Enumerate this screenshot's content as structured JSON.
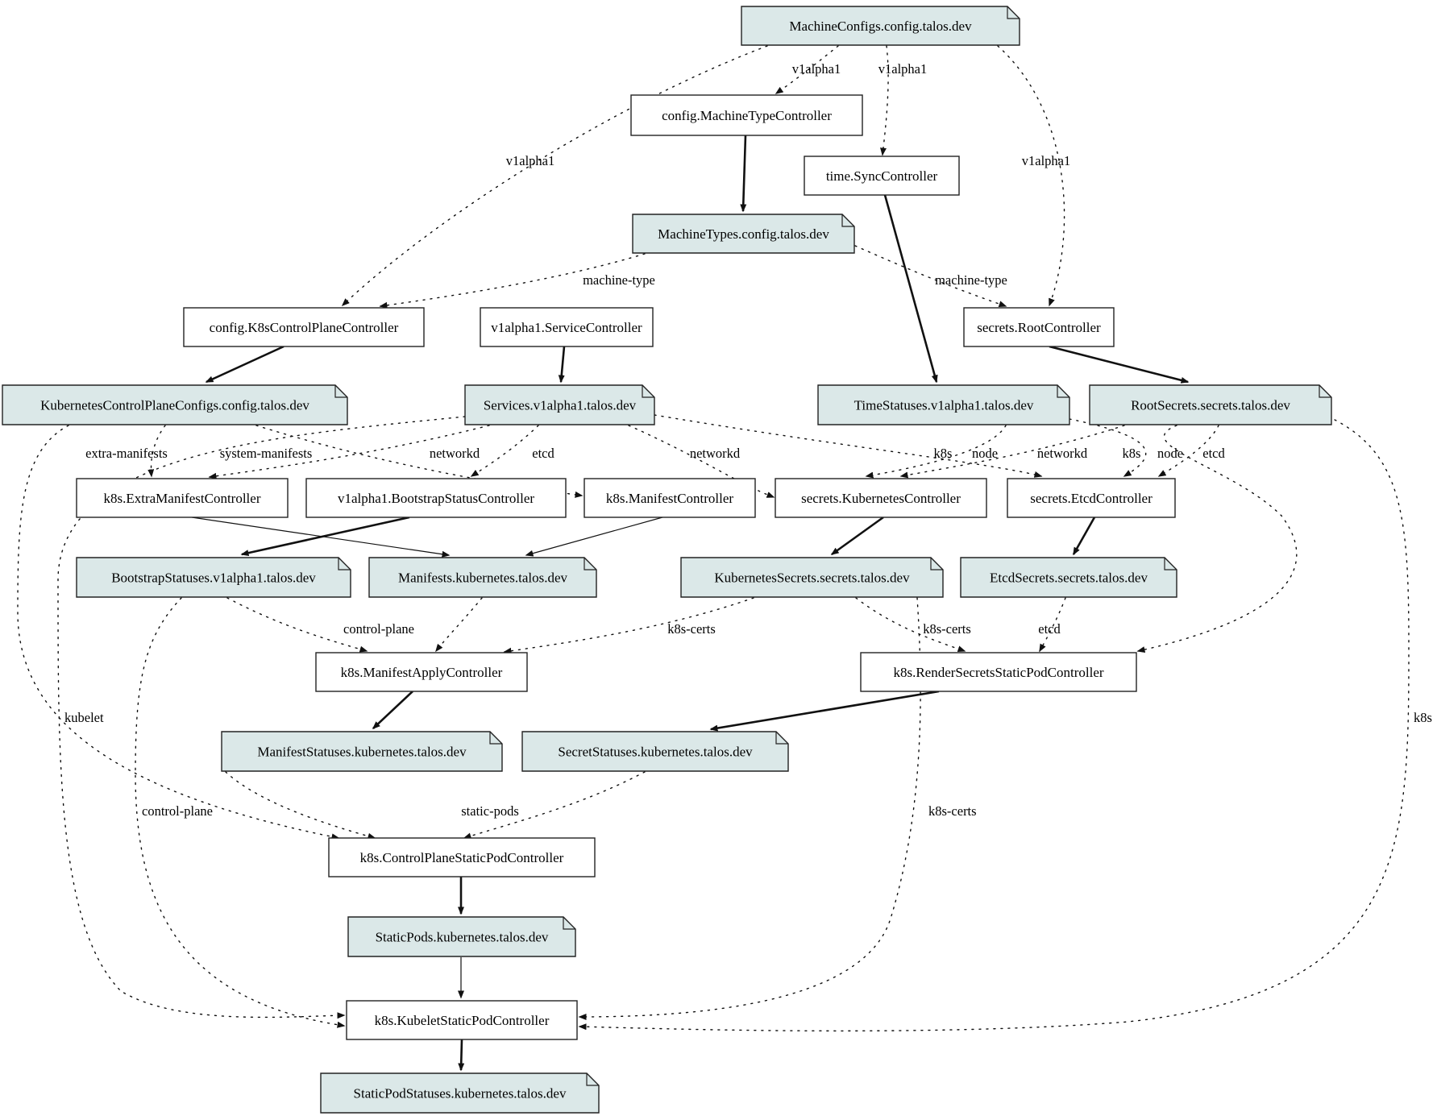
{
  "diagram": {
    "kind": "controller-resource-dependency-graph",
    "background": "#ffffff",
    "resource_fill": "#dbe8e8",
    "controller_fill": "#ffffff",
    "node_border": "#222222",
    "edge_color": "#111111",
    "text_color": "#000000"
  },
  "nodes": [
    {
      "id": "machineconfigs",
      "label": "MachineConfigs.config.talos.dev",
      "shape": "note"
    },
    {
      "id": "machinetypecontroller",
      "label": "config.MachineTypeController",
      "shape": "rect"
    },
    {
      "id": "synccontroller",
      "label": "time.SyncController",
      "shape": "rect"
    },
    {
      "id": "machinetypes",
      "label": "MachineTypes.config.talos.dev",
      "shape": "note"
    },
    {
      "id": "k8scontrolplanecontroller",
      "label": "config.K8sControlPlaneController",
      "shape": "rect"
    },
    {
      "id": "servicecontroller",
      "label": "v1alpha1.ServiceController",
      "shape": "rect"
    },
    {
      "id": "rootcontroller",
      "label": "secrets.RootController",
      "shape": "rect"
    },
    {
      "id": "kubernetescontrolplaneconfigs",
      "label": "KubernetesControlPlaneConfigs.config.talos.dev",
      "shape": "note"
    },
    {
      "id": "services",
      "label": "Services.v1alpha1.talos.dev",
      "shape": "note"
    },
    {
      "id": "timestatuses",
      "label": "TimeStatuses.v1alpha1.talos.dev",
      "shape": "note"
    },
    {
      "id": "rootsecrets",
      "label": "RootSecrets.secrets.talos.dev",
      "shape": "note"
    },
    {
      "id": "extramanifestcontroller",
      "label": "k8s.ExtraManifestController",
      "shape": "rect"
    },
    {
      "id": "bootstrapstatuscontroller",
      "label": "v1alpha1.BootstrapStatusController",
      "shape": "rect"
    },
    {
      "id": "manifestcontroller",
      "label": "k8s.ManifestController",
      "shape": "rect"
    },
    {
      "id": "kubernetescontroller",
      "label": "secrets.KubernetesController",
      "shape": "rect"
    },
    {
      "id": "etcdcontroller",
      "label": "secrets.EtcdController",
      "shape": "rect"
    },
    {
      "id": "bootstrapstatuses",
      "label": "BootstrapStatuses.v1alpha1.talos.dev",
      "shape": "note"
    },
    {
      "id": "manifests",
      "label": "Manifests.kubernetes.talos.dev",
      "shape": "note"
    },
    {
      "id": "kubernetessecrets",
      "label": "KubernetesSecrets.secrets.talos.dev",
      "shape": "note"
    },
    {
      "id": "etcdsecrets",
      "label": "EtcdSecrets.secrets.talos.dev",
      "shape": "note"
    },
    {
      "id": "manifestapplycontroller",
      "label": "k8s.ManifestApplyController",
      "shape": "rect"
    },
    {
      "id": "rendersecretsstaticpodcontroller",
      "label": "k8s.RenderSecretsStaticPodController",
      "shape": "rect"
    },
    {
      "id": "manifeststatuses",
      "label": "ManifestStatuses.kubernetes.talos.dev",
      "shape": "note"
    },
    {
      "id": "secretstatuses",
      "label": "SecretStatuses.kubernetes.talos.dev",
      "shape": "note"
    },
    {
      "id": "controlplanestaticpodcontroller",
      "label": "k8s.ControlPlaneStaticPodController",
      "shape": "rect"
    },
    {
      "id": "staticpods",
      "label": "StaticPods.kubernetes.talos.dev",
      "shape": "note"
    },
    {
      "id": "kubeletstaticpodcontroller",
      "label": "k8s.KubeletStaticPodController",
      "shape": "rect"
    },
    {
      "id": "staticpodstatuses",
      "label": "StaticPodStatuses.kubernetes.talos.dev",
      "shape": "note"
    }
  ],
  "edges": [
    {
      "id": "e1",
      "from": "machineconfigs",
      "to": "machinetypecontroller",
      "label": "v1alpha1",
      "style": "dotted"
    },
    {
      "id": "e2",
      "from": "machineconfigs",
      "to": "synccontroller",
      "label": "v1alpha1",
      "style": "dotted"
    },
    {
      "id": "e3",
      "from": "machineconfigs",
      "to": "k8scontrolplanecontroller",
      "label": "v1alpha1",
      "style": "dotted"
    },
    {
      "id": "e4",
      "from": "machineconfigs",
      "to": "rootcontroller",
      "label": "v1alpha1",
      "style": "dotted"
    },
    {
      "id": "e5",
      "from": "machinetypes",
      "to": "k8scontrolplanecontroller",
      "label": "machine-type",
      "style": "dotted"
    },
    {
      "id": "e6",
      "from": "machinetypes",
      "to": "rootcontroller",
      "label": "machine-type",
      "style": "dotted"
    },
    {
      "id": "e7",
      "from": "kubernetescontrolplaneconfigs",
      "to": "extramanifestcontroller",
      "label": "extra-manifests",
      "style": "dotted"
    },
    {
      "id": "e8",
      "from": "kubernetescontrolplaneconfigs",
      "to": "manifestcontroller",
      "label": "system-manifests",
      "style": "dotted"
    },
    {
      "id": "e9",
      "from": "services",
      "to": "extramanifestcontroller",
      "label": "networkd",
      "style": "dotted"
    },
    {
      "id": "e10",
      "from": "services",
      "to": "bootstrapstatuscontroller",
      "label": "etcd",
      "style": "dotted"
    },
    {
      "id": "e11",
      "from": "services",
      "to": "kubernetescontroller",
      "label": "networkd",
      "style": "dotted"
    },
    {
      "id": "e12",
      "from": "rootsecrets",
      "to": "kubernetescontroller",
      "label": "k8s",
      "style": "dotted"
    },
    {
      "id": "e13",
      "from": "timestatuses",
      "to": "kubernetescontroller",
      "label": "node",
      "style": "dotted"
    },
    {
      "id": "e14",
      "from": "services",
      "to": "etcdcontroller",
      "label": "networkd",
      "style": "dotted"
    },
    {
      "id": "e15",
      "from": "timestatuses",
      "to": "etcdcontroller",
      "label": "node",
      "style": "dotted"
    },
    {
      "id": "e16",
      "from": "rootsecrets",
      "to": "etcdcontroller",
      "label": "etcd",
      "style": "dotted"
    },
    {
      "id": "e17",
      "from": "rootsecrets",
      "to": "rendersecretsstaticpodcontroller",
      "label": "k8s",
      "style": "dotted"
    },
    {
      "id": "e18",
      "from": "bootstrapstatuses",
      "to": "manifestapplycontroller",
      "label": "control-plane",
      "style": "dotted"
    },
    {
      "id": "e19",
      "from": "manifests",
      "to": "manifestapplycontroller",
      "label": "",
      "style": "dotted"
    },
    {
      "id": "e20",
      "from": "kubernetessecrets",
      "to": "manifestapplycontroller",
      "label": "k8s-certs",
      "style": "dotted"
    },
    {
      "id": "e21",
      "from": "kubernetessecrets",
      "to": "rendersecretsstaticpodcontroller",
      "label": "k8s-certs",
      "style": "dotted"
    },
    {
      "id": "e22",
      "from": "etcdsecrets",
      "to": "rendersecretsstaticpodcontroller",
      "label": "etcd",
      "style": "dotted"
    },
    {
      "id": "e23",
      "from": "kubernetescontrolplaneconfigs",
      "to": "controlplanestaticpodcontroller",
      "label": "",
      "style": "dotted"
    },
    {
      "id": "e24",
      "from": "services",
      "to": "kubeletstaticpodcontroller",
      "label": "kubelet",
      "style": "dotted"
    },
    {
      "id": "e25",
      "from": "bootstrapstatuses",
      "to": "kubeletstaticpodcontroller",
      "label": "control-plane",
      "style": "dotted"
    },
    {
      "id": "e26",
      "from": "manifeststatuses",
      "to": "controlplanestaticpodcontroller",
      "label": "",
      "style": "dotted"
    },
    {
      "id": "e27",
      "from": "secretstatuses",
      "to": "controlplanestaticpodcontroller",
      "label": "static-pods",
      "style": "dotted"
    },
    {
      "id": "e28",
      "from": "kubernetessecrets",
      "to": "kubeletstaticpodcontroller",
      "label": "k8s-certs",
      "style": "dotted"
    },
    {
      "id": "e29",
      "from": "rootsecrets",
      "to": "kubeletstaticpodcontroller",
      "label": "k8s",
      "style": "dotted"
    },
    {
      "id": "s1",
      "from": "machinetypecontroller",
      "to": "machinetypes",
      "label": "",
      "style": "bold"
    },
    {
      "id": "s2",
      "from": "synccontroller",
      "to": "timestatuses",
      "label": "",
      "style": "bold"
    },
    {
      "id": "s3",
      "from": "k8scontrolplanecontroller",
      "to": "kubernetescontrolplaneconfigs",
      "label": "",
      "style": "bold"
    },
    {
      "id": "s4",
      "from": "servicecontroller",
      "to": "services",
      "label": "",
      "style": "bold"
    },
    {
      "id": "s5",
      "from": "rootcontroller",
      "to": "rootsecrets",
      "label": "",
      "style": "bold"
    },
    {
      "id": "s6",
      "from": "bootstrapstatuscontroller",
      "to": "bootstrapstatuses",
      "label": "",
      "style": "bold"
    },
    {
      "id": "s7",
      "from": "kubernetescontroller",
      "to": "kubernetessecrets",
      "label": "",
      "style": "bold"
    },
    {
      "id": "s8",
      "from": "etcdcontroller",
      "to": "etcdsecrets",
      "label": "",
      "style": "bold"
    },
    {
      "id": "s9",
      "from": "manifestapplycontroller",
      "to": "manifeststatuses",
      "label": "",
      "style": "bold"
    },
    {
      "id": "s10",
      "from": "rendersecretsstaticpodcontroller",
      "to": "secretstatuses",
      "label": "",
      "style": "bold"
    },
    {
      "id": "s11",
      "from": "controlplanestaticpodcontroller",
      "to": "staticpods",
      "label": "",
      "style": "bold"
    },
    {
      "id": "s12",
      "from": "kubeletstaticpodcontroller",
      "to": "staticpodstatuses",
      "label": "",
      "style": "bold"
    },
    {
      "id": "s13",
      "from": "extramanifestcontroller",
      "to": "manifests",
      "label": "",
      "style": "solid"
    },
    {
      "id": "s14",
      "from": "manifestcontroller",
      "to": "manifests",
      "label": "",
      "style": "solid"
    },
    {
      "id": "s15",
      "from": "staticpods",
      "to": "kubeletstaticpodcontroller",
      "label": "",
      "style": "solid"
    }
  ]
}
